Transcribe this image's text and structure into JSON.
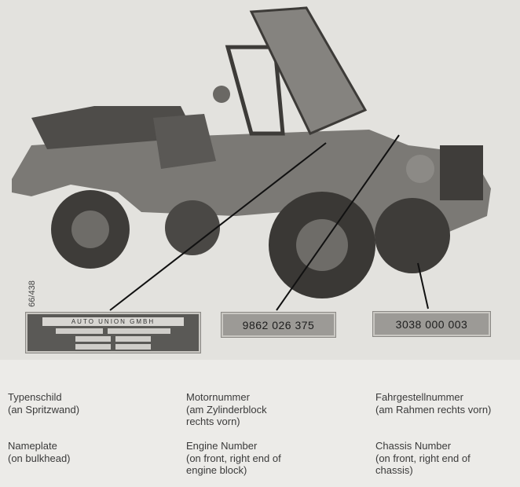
{
  "photo": {
    "code": "66/438",
    "nameplate_header": "AUTO UNION GMBH",
    "engine_number": "9862 026 375",
    "chassis_number": "3038 000 003"
  },
  "captions": [
    {
      "de_title": "Typenschild",
      "de_desc": [
        "(an Spritzwand)"
      ],
      "en_title": "Nameplate",
      "en_desc": [
        "(on bulkhead)"
      ]
    },
    {
      "de_title": "Motornummer",
      "de_desc": [
        "(am Zylinderblock",
        "rechts vorn)"
      ],
      "en_title": "Engine Number",
      "en_desc": [
        "(on front, right end of",
        "engine block)"
      ]
    },
    {
      "de_title": "Fahrgestellnummer",
      "de_desc": [
        "(am Rahmen rechts vorn)"
      ],
      "en_title": "Chassis Number",
      "en_desc": [
        "(on front, right end of",
        "chassis)"
      ]
    }
  ]
}
